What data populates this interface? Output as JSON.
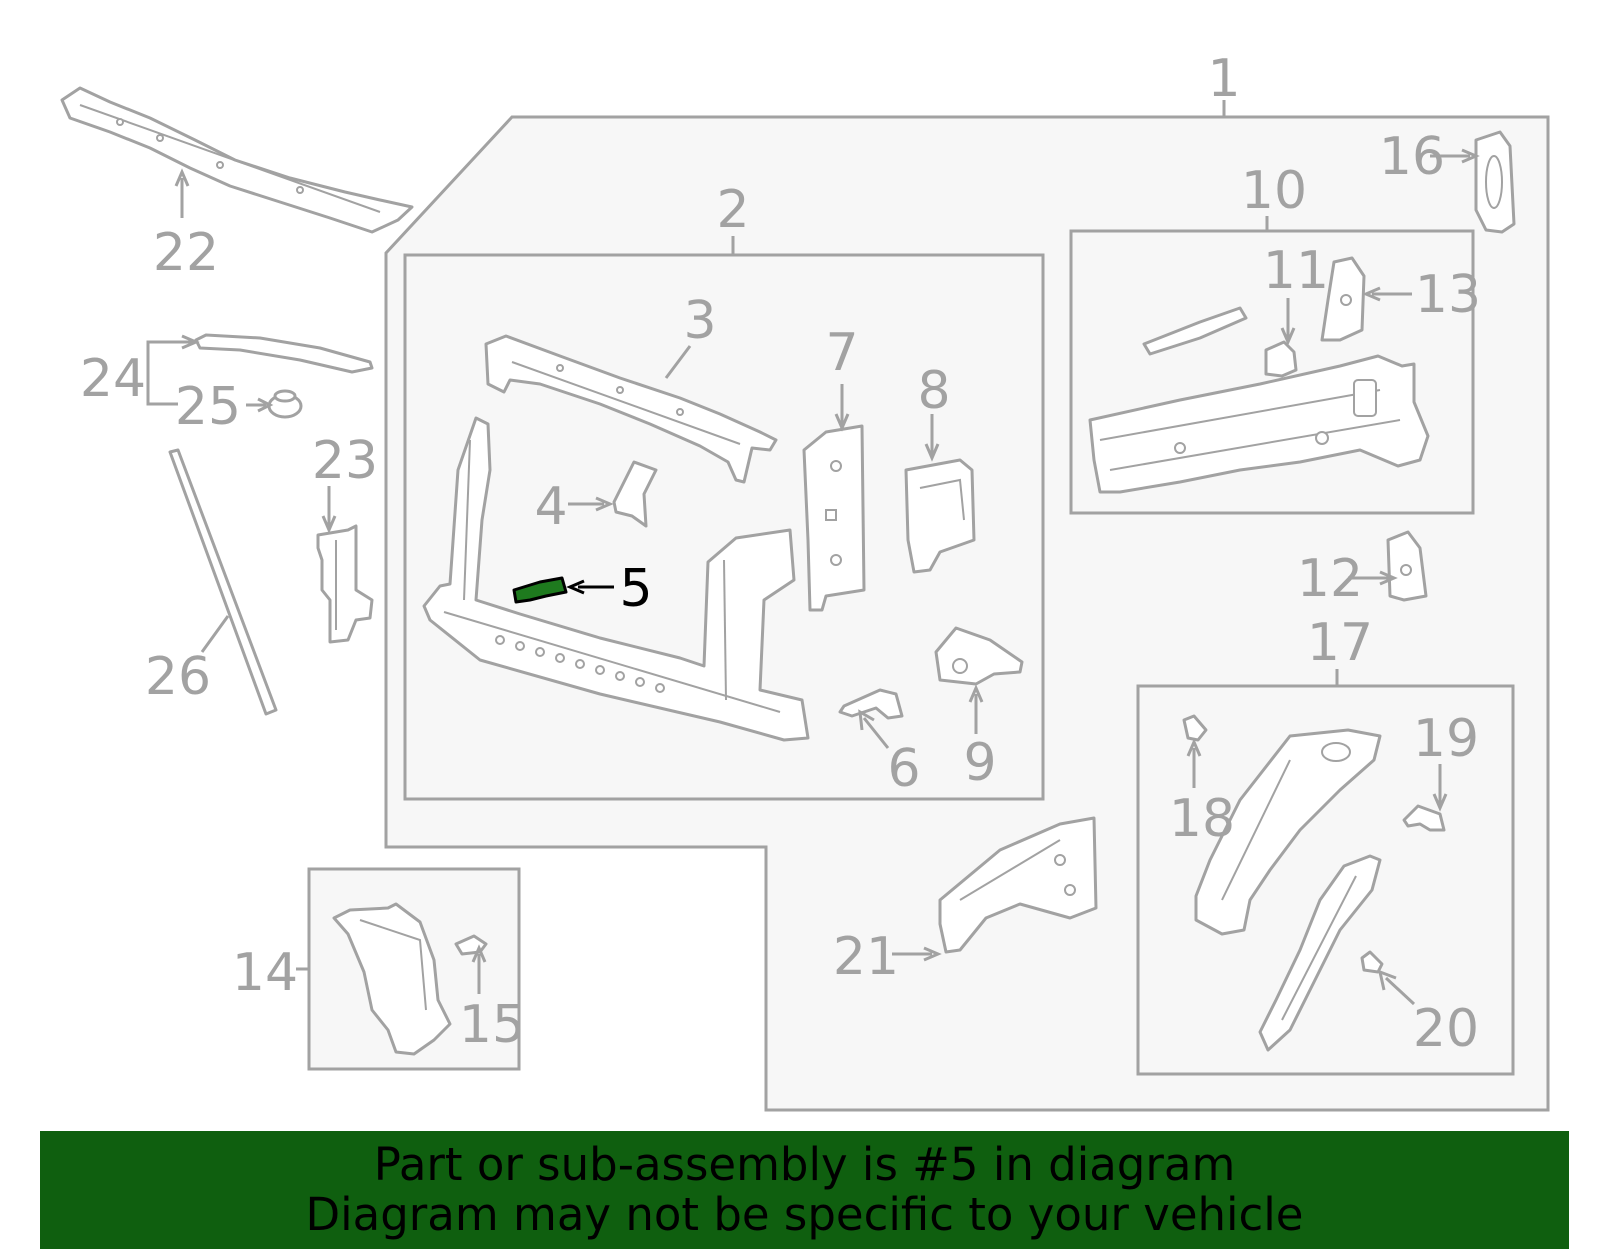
{
  "callouts": {
    "c1": "1",
    "c2": "2",
    "c3": "3",
    "c4": "4",
    "c5": "5",
    "c6": "6",
    "c7": "7",
    "c8": "8",
    "c9": "9",
    "c10": "10",
    "c11": "11",
    "c12": "12",
    "c13": "13",
    "c14": "14",
    "c15": "15",
    "c16": "16",
    "c17": "17",
    "c18": "18",
    "c19": "19",
    "c20": "20",
    "c21": "21",
    "c22": "22",
    "c23": "23",
    "c24": "24",
    "c25": "25",
    "c26": "26"
  },
  "highlighted_part": "5",
  "colors": {
    "line": "#a2a2a2",
    "panel_fill": "#f7f7f7",
    "highlight_part": "#1e7a1e",
    "banner_bg": "#0f5f0f",
    "banner_text": "#000000"
  },
  "banner": {
    "line1": "Part or sub-assembly is #5 in diagram",
    "line2": "Diagram may not be specific to your vehicle"
  }
}
